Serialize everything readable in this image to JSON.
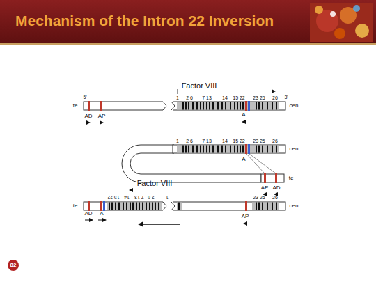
{
  "diagram": {
    "title": "Mechanism of the Intron 22 Inversion",
    "labels": [
      "Factor VIII",
      "5'",
      "1",
      "2 6",
      "7 13",
      "14",
      "15 22",
      "23 25",
      "26",
      "3'",
      "te",
      "cen",
      "AD",
      "AP",
      "A",
      "1",
      "2 6",
      "7 13",
      "14",
      "15 22",
      "23 25",
      "26",
      "cen",
      "A",
      "AP",
      "AD",
      "te",
      "Factor VIII",
      "15 22",
      "14",
      "7 13",
      "2 6",
      "1",
      "23 25",
      "26",
      "te",
      "cen",
      "AD",
      "A",
      "AP",
      "82"
    ]
  }
}
